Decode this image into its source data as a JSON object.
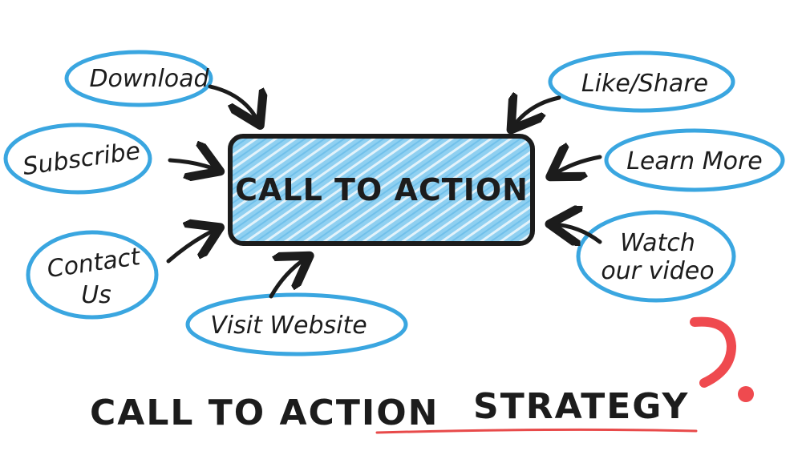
{
  "center": {
    "label": "CALL TO ACTION"
  },
  "bubbles": {
    "download": "Download",
    "like_share": "Like/Share",
    "subscribe": "Subscribe",
    "learn_more": "Learn More",
    "contact_us_line1": "Contact",
    "contact_us_line2": "Us",
    "watch_video_line1": "Watch",
    "watch_video_line2": "our video",
    "visit_website": "Visit Website"
  },
  "footer": {
    "part1": "CALL TO ACTION",
    "part2": "STRATEGY"
  },
  "colors": {
    "bubble_outline": "#3aa6e0",
    "box_fill": "#7cc7ee",
    "ink": "#1c1c1c",
    "logo_accent": "#ef4a4f",
    "underline": "#e84a4a"
  },
  "icons": {
    "logo": "brand-logo-mark"
  }
}
